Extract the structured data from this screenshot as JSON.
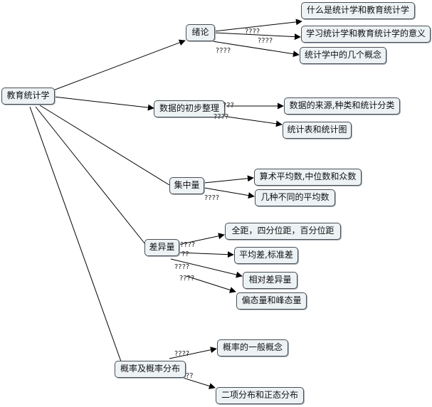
{
  "root": "教育统计学",
  "branches": {
    "intro": "绪论",
    "data_org": "数据的初步整理",
    "central": "集中量",
    "variation": "差异量",
    "probability": "概率及概率分布"
  },
  "leaves": {
    "intro_1": "什么是统计学和教育统计学",
    "intro_2": "学习统计学和教育统计学的意义",
    "intro_3": "统计学中的几个概念",
    "data_1": "数据的来源,种类和统计分类",
    "data_2": "统计表和统计图",
    "central_1": "算术平均数,中位数和众数",
    "central_2": "几种不同的平均数",
    "variation_1": "全距，四分位距，百分位距",
    "variation_2": "平均差,标准差",
    "variation_3": "相对差异量",
    "variation_4": "偏态量和峰态量",
    "prob_1": "概率的一般概念",
    "prob_2": "二项分布和正态分布"
  },
  "link_labels": {
    "q4": "????",
    "q2": "??",
    "q3": "???"
  }
}
